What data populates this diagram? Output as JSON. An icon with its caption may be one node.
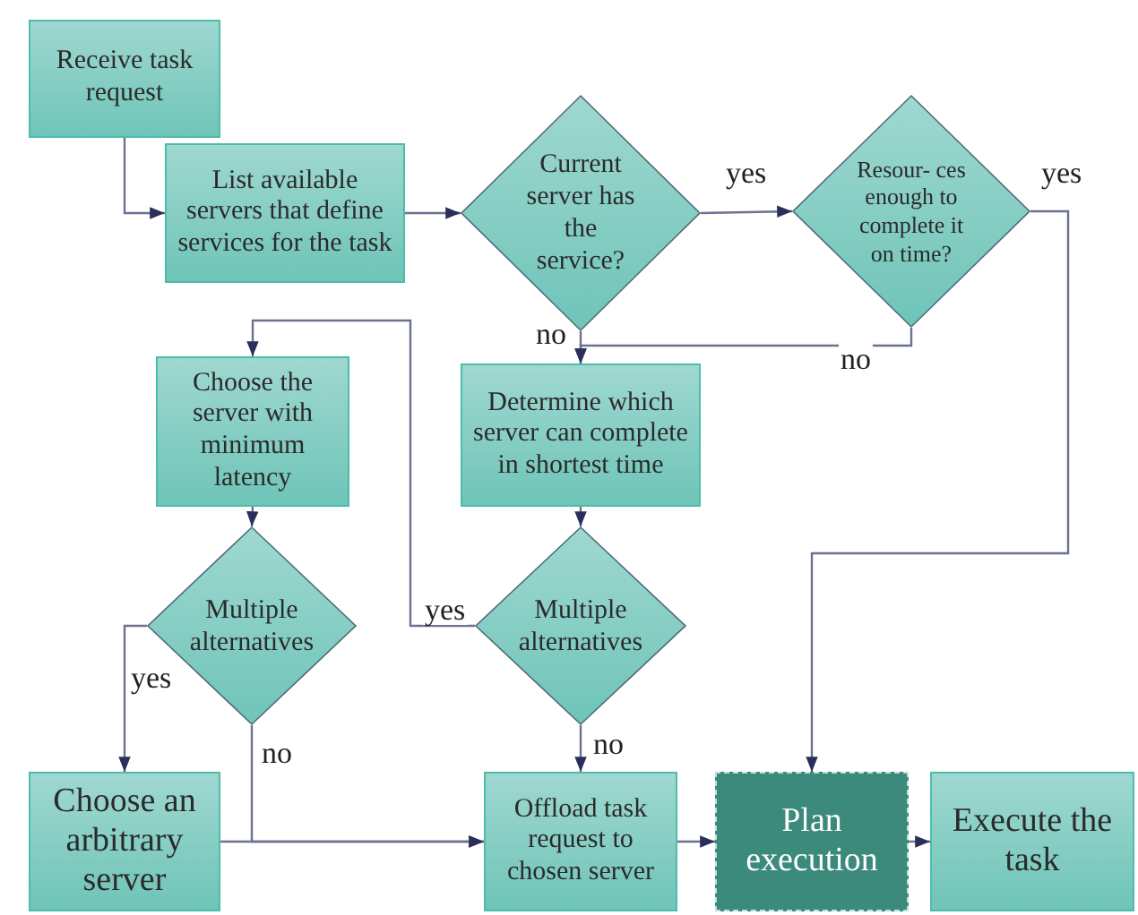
{
  "diagram": {
    "nodes": [
      {
        "text": [
          "Receive task request"
        ]
      },
      {
        "text": [
          "List available servers that define services for the task"
        ]
      },
      {
        "text": [
          "Current server has the service?"
        ]
      },
      {
        "text": [
          "Resour- ces enough to complete it on time?"
        ]
      },
      {
        "text": [
          "Choose the server with minimum latency"
        ]
      },
      {
        "text": [
          "Determine which server can complete in shortest time"
        ]
      },
      {
        "text": [
          "Multiple alternatives"
        ]
      },
      {
        "text": [
          "Multiple alternatives"
        ]
      },
      {
        "text": [
          "Choose an arbitrary server"
        ]
      },
      {
        "text": [
          "Offload task request to chosen server"
        ]
      },
      {
        "text": [
          "Plan execution"
        ]
      },
      {
        "text": [
          "Execute the task"
        ]
      }
    ],
    "edges": [
      {
        "from": 0,
        "to": 1,
        "arrow": "to"
      },
      {
        "from": 1,
        "to": 2,
        "arrow": "to"
      },
      {
        "from": 2,
        "to": 3,
        "arrow": "to",
        "label": "yes"
      },
      {
        "from": 2,
        "to": 5,
        "arrow": "to",
        "label": "no"
      },
      {
        "from": 3,
        "to": 5,
        "arrow": "to",
        "label": "no"
      },
      {
        "from": 3,
        "to": 10,
        "arrow": "to",
        "label": "yes"
      },
      {
        "from": 4,
        "to": 6,
        "arrow": "to"
      },
      {
        "from": 5,
        "to": 7,
        "arrow": "to"
      },
      {
        "from": 7,
        "to": 4,
        "arrow": "to",
        "label": "yes"
      },
      {
        "from": 6,
        "to": 8,
        "arrow": "to",
        "label": "yes"
      },
      {
        "from": 6,
        "to": 9,
        "arrow": "to",
        "label": "no"
      },
      {
        "from": 8,
        "to": 9,
        "arrow": "to"
      },
      {
        "from": 7,
        "to": 9,
        "arrow": "to",
        "label": "no"
      },
      {
        "from": 9,
        "to": 10,
        "arrow": "to"
      },
      {
        "from": 10,
        "to": 11,
        "arrow": "to"
      }
    ]
  }
}
